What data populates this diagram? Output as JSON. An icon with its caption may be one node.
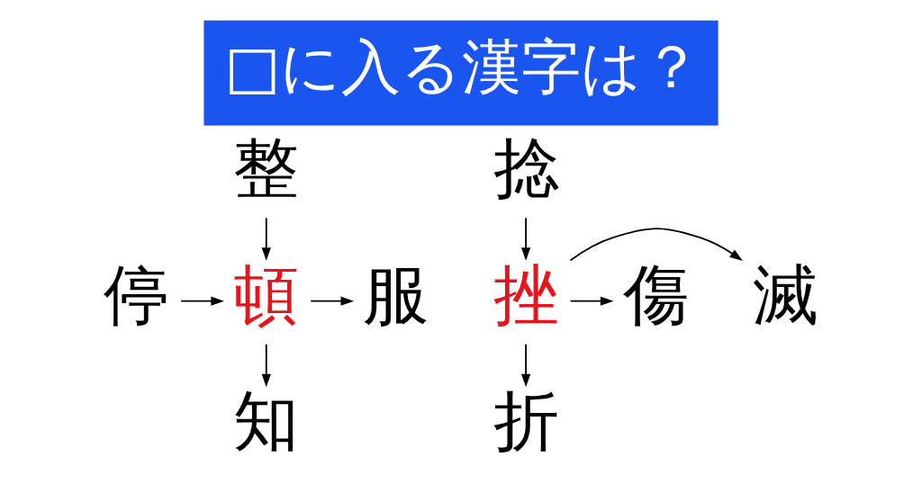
{
  "diagram": {
    "title": "□に入る漢字は？",
    "nodes": [
      {
        "text": [
          "整"
        ]
      },
      {
        "text": [
          "停"
        ]
      },
      {
        "text": [
          "頓"
        ]
      },
      {
        "text": [
          "服"
        ]
      },
      {
        "text": [
          "知"
        ]
      },
      {
        "text": [
          "捻"
        ]
      },
      {
        "text": [
          "滅"
        ]
      },
      {
        "text": [
          "挫"
        ]
      },
      {
        "text": [
          "傷"
        ]
      },
      {
        "text": [
          "折"
        ]
      }
    ],
    "edges": [
      {
        "from": 0,
        "to": 2,
        "arrow": "to"
      },
      {
        "from": 1,
        "to": 2,
        "arrow": "to"
      },
      {
        "from": 2,
        "to": 3,
        "arrow": "to"
      },
      {
        "from": 2,
        "to": 4,
        "arrow": "to"
      },
      {
        "from": 5,
        "to": 7,
        "arrow": "to"
      },
      {
        "from": 7,
        "to": 6,
        "arrow": "to"
      },
      {
        "from": 7,
        "to": 8,
        "arrow": "to"
      },
      {
        "from": 7,
        "to": 9,
        "arrow": "to"
      }
    ]
  }
}
